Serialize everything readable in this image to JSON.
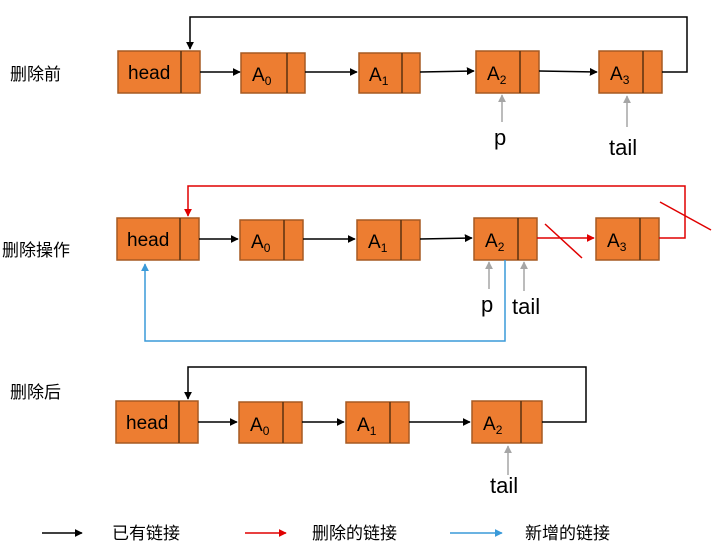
{
  "colors": {
    "node_fill": "#ED7D31",
    "existing_link": "#000000",
    "deleted_link": "#E00000",
    "new_link": "#3A9AD9",
    "pointer_arrow": "#A6A6A6"
  },
  "node_labels": {
    "head": "head",
    "a_main": "A",
    "sub_0": "0",
    "sub_1": "1",
    "sub_2": "2",
    "sub_3": "3"
  },
  "stages": {
    "before": "删除前",
    "operation": "删除操作",
    "after": "删除后"
  },
  "pointers": {
    "p": "p",
    "tail": "tail"
  },
  "legend": {
    "existing": "已有链接",
    "deleted": "删除的链接",
    "new": "新增的链接"
  }
}
